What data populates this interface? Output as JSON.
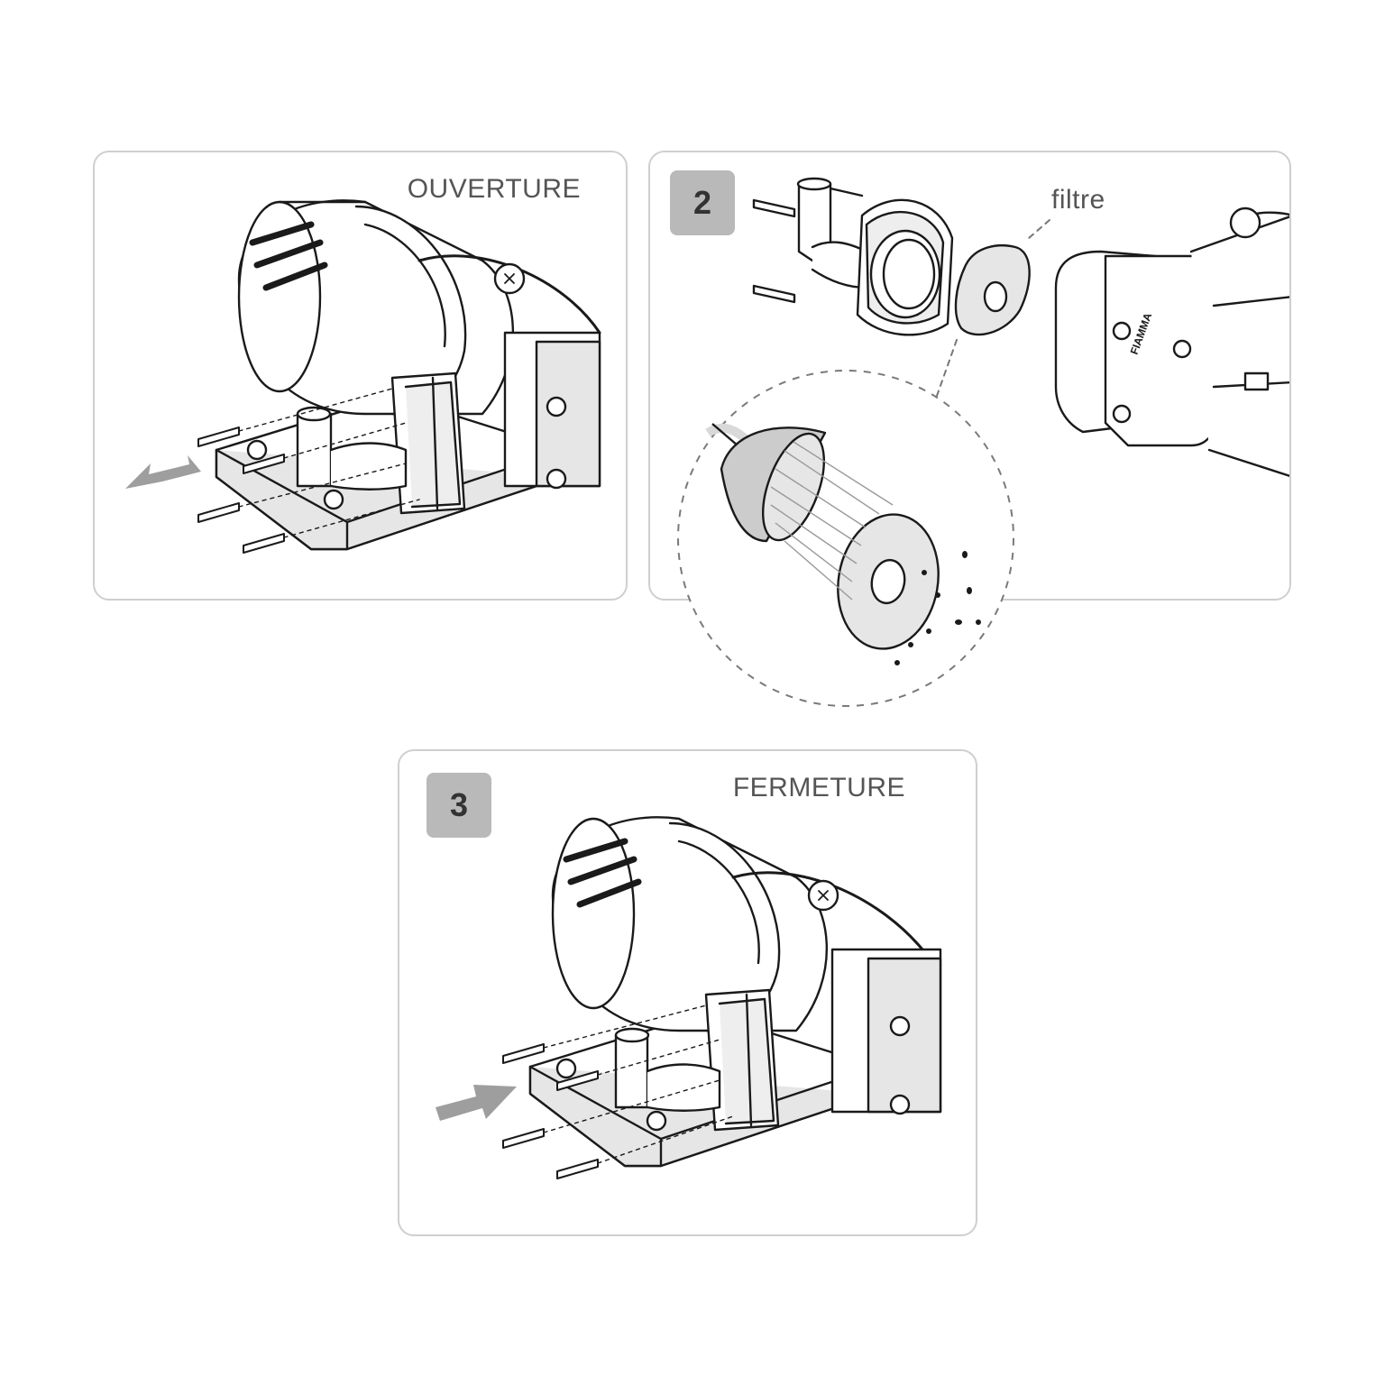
{
  "steps": [
    {
      "number": "",
      "title": "OUVERTURE",
      "direction": "out"
    },
    {
      "number": "2",
      "title": "",
      "callout": "filtre"
    },
    {
      "number": "3",
      "title": "FERMETURE",
      "direction": "in"
    }
  ],
  "brand_logo_text": "FIAMMA",
  "colors": {
    "panel_border": "#cfcfcf",
    "badge_fill": "#b9b9b9",
    "arrow_fill": "#9e9e9e",
    "line": "#1a1a1a",
    "shade": "#e6e6e6"
  }
}
